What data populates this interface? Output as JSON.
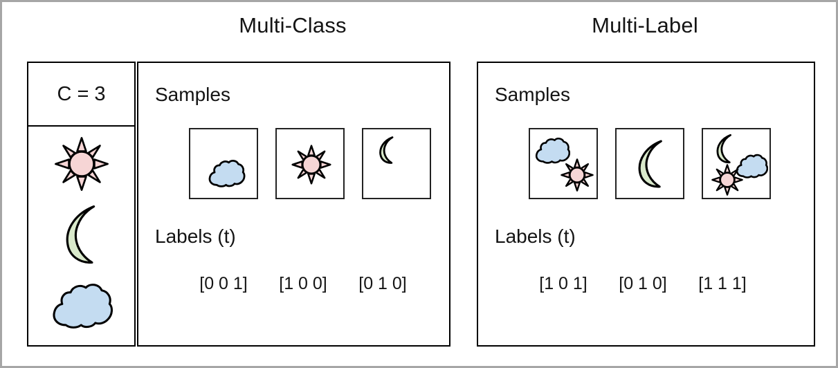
{
  "figure": {
    "frame_color": "#a6a6a6",
    "background": "#ffffff"
  },
  "panels": {
    "multiclass": {
      "title": "Multi-Class",
      "samples_heading": "Samples",
      "labels_heading": "Labels (t)",
      "samples": [
        {
          "icons": [
            "cloud"
          ],
          "label": "[0 0 1]"
        },
        {
          "icons": [
            "sun"
          ],
          "label": "[1 0 0]"
        },
        {
          "icons": [
            "moon"
          ],
          "label": "[0 1 0]"
        }
      ]
    },
    "multilabel": {
      "title": "Multi-Label",
      "samples_heading": "Samples",
      "labels_heading": "Labels (t)",
      "samples": [
        {
          "icons": [
            "cloud",
            "sun"
          ],
          "label": "[1 0 1]"
        },
        {
          "icons": [
            "moon"
          ],
          "label": "[0 1 0]"
        },
        {
          "icons": [
            "moon",
            "cloud",
            "sun"
          ],
          "label": "[1 1 1]"
        }
      ]
    }
  },
  "sidebar": {
    "class_count_label": "C = 3",
    "classes": [
      {
        "name": "sun",
        "icon": "sun-icon",
        "color": "#f6d5d5"
      },
      {
        "name": "moon",
        "icon": "moon-icon",
        "color": "#d9e9cb"
      },
      {
        "name": "cloud",
        "icon": "cloud-icon",
        "color": "#c4dcf1"
      }
    ]
  },
  "colors": {
    "sun_fill": "#f6d5d5",
    "moon_fill": "#d9e9cb",
    "cloud_fill": "#c4dcf1",
    "outline": "#000000",
    "text": "#141414",
    "box_border": "#222222",
    "frame": "#a6a6a6"
  },
  "chart_data": {
    "type": "table",
    "title": "Multi-Class vs Multi-Label classification",
    "categories": [
      "sun",
      "moon",
      "cloud"
    ],
    "num_classes": 3,
    "series": [
      {
        "name": "Multi-Class",
        "samples": [
          {
            "content": [
              "cloud"
            ],
            "target": [
              0,
              0,
              1
            ]
          },
          {
            "content": [
              "sun"
            ],
            "target": [
              1,
              0,
              0
            ]
          },
          {
            "content": [
              "moon"
            ],
            "target": [
              0,
              1,
              0
            ]
          }
        ]
      },
      {
        "name": "Multi-Label",
        "samples": [
          {
            "content": [
              "cloud",
              "sun"
            ],
            "target": [
              1,
              0,
              1
            ]
          },
          {
            "content": [
              "moon"
            ],
            "target": [
              0,
              1,
              0
            ]
          },
          {
            "content": [
              "moon",
              "cloud",
              "sun"
            ],
            "target": [
              1,
              1,
              1
            ]
          }
        ]
      }
    ],
    "legend": [
      "sun",
      "moon",
      "cloud"
    ],
    "xlabel": "",
    "ylabel": ""
  }
}
